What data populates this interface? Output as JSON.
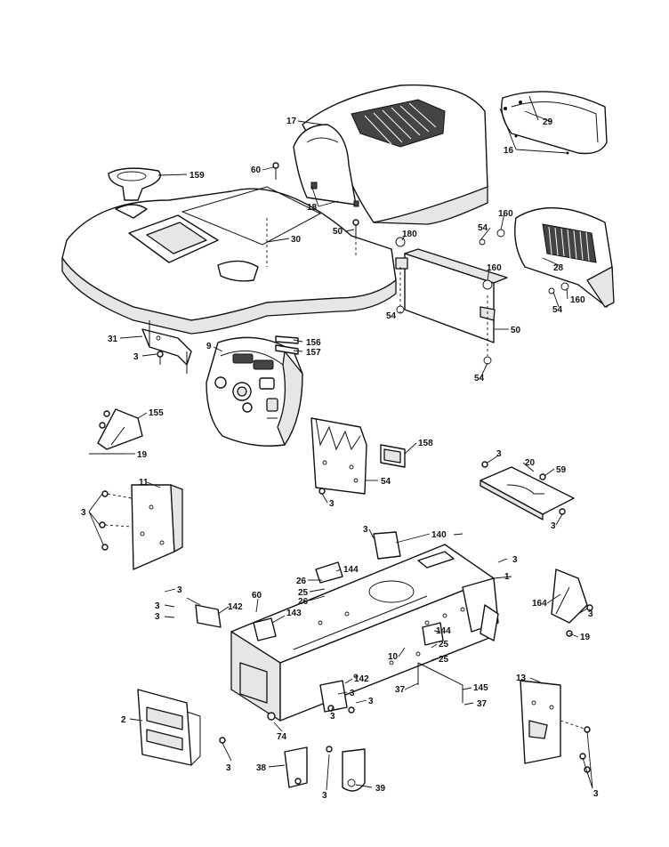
{
  "callouts": [
    "17",
    "29",
    "16",
    "159",
    "60",
    "18",
    "30",
    "50",
    "54",
    "160",
    "180",
    "28",
    "160",
    "54",
    "160",
    "54",
    "50",
    "54",
    "31",
    "156",
    "157",
    "3",
    "9",
    "155",
    "19",
    "158",
    "54",
    "3",
    "3",
    "20",
    "59",
    "3",
    "11",
    "3",
    "140",
    "3",
    "144",
    "26",
    "25",
    "26",
    "1",
    "3",
    "3",
    "3",
    "60",
    "142",
    "143",
    "164",
    "3",
    "19",
    "3",
    "144",
    "25",
    "25",
    "10",
    "142",
    "3",
    "3",
    "3",
    "37",
    "145",
    "37",
    "13",
    "2",
    "74",
    "3",
    "38",
    "3",
    "39"
  ]
}
